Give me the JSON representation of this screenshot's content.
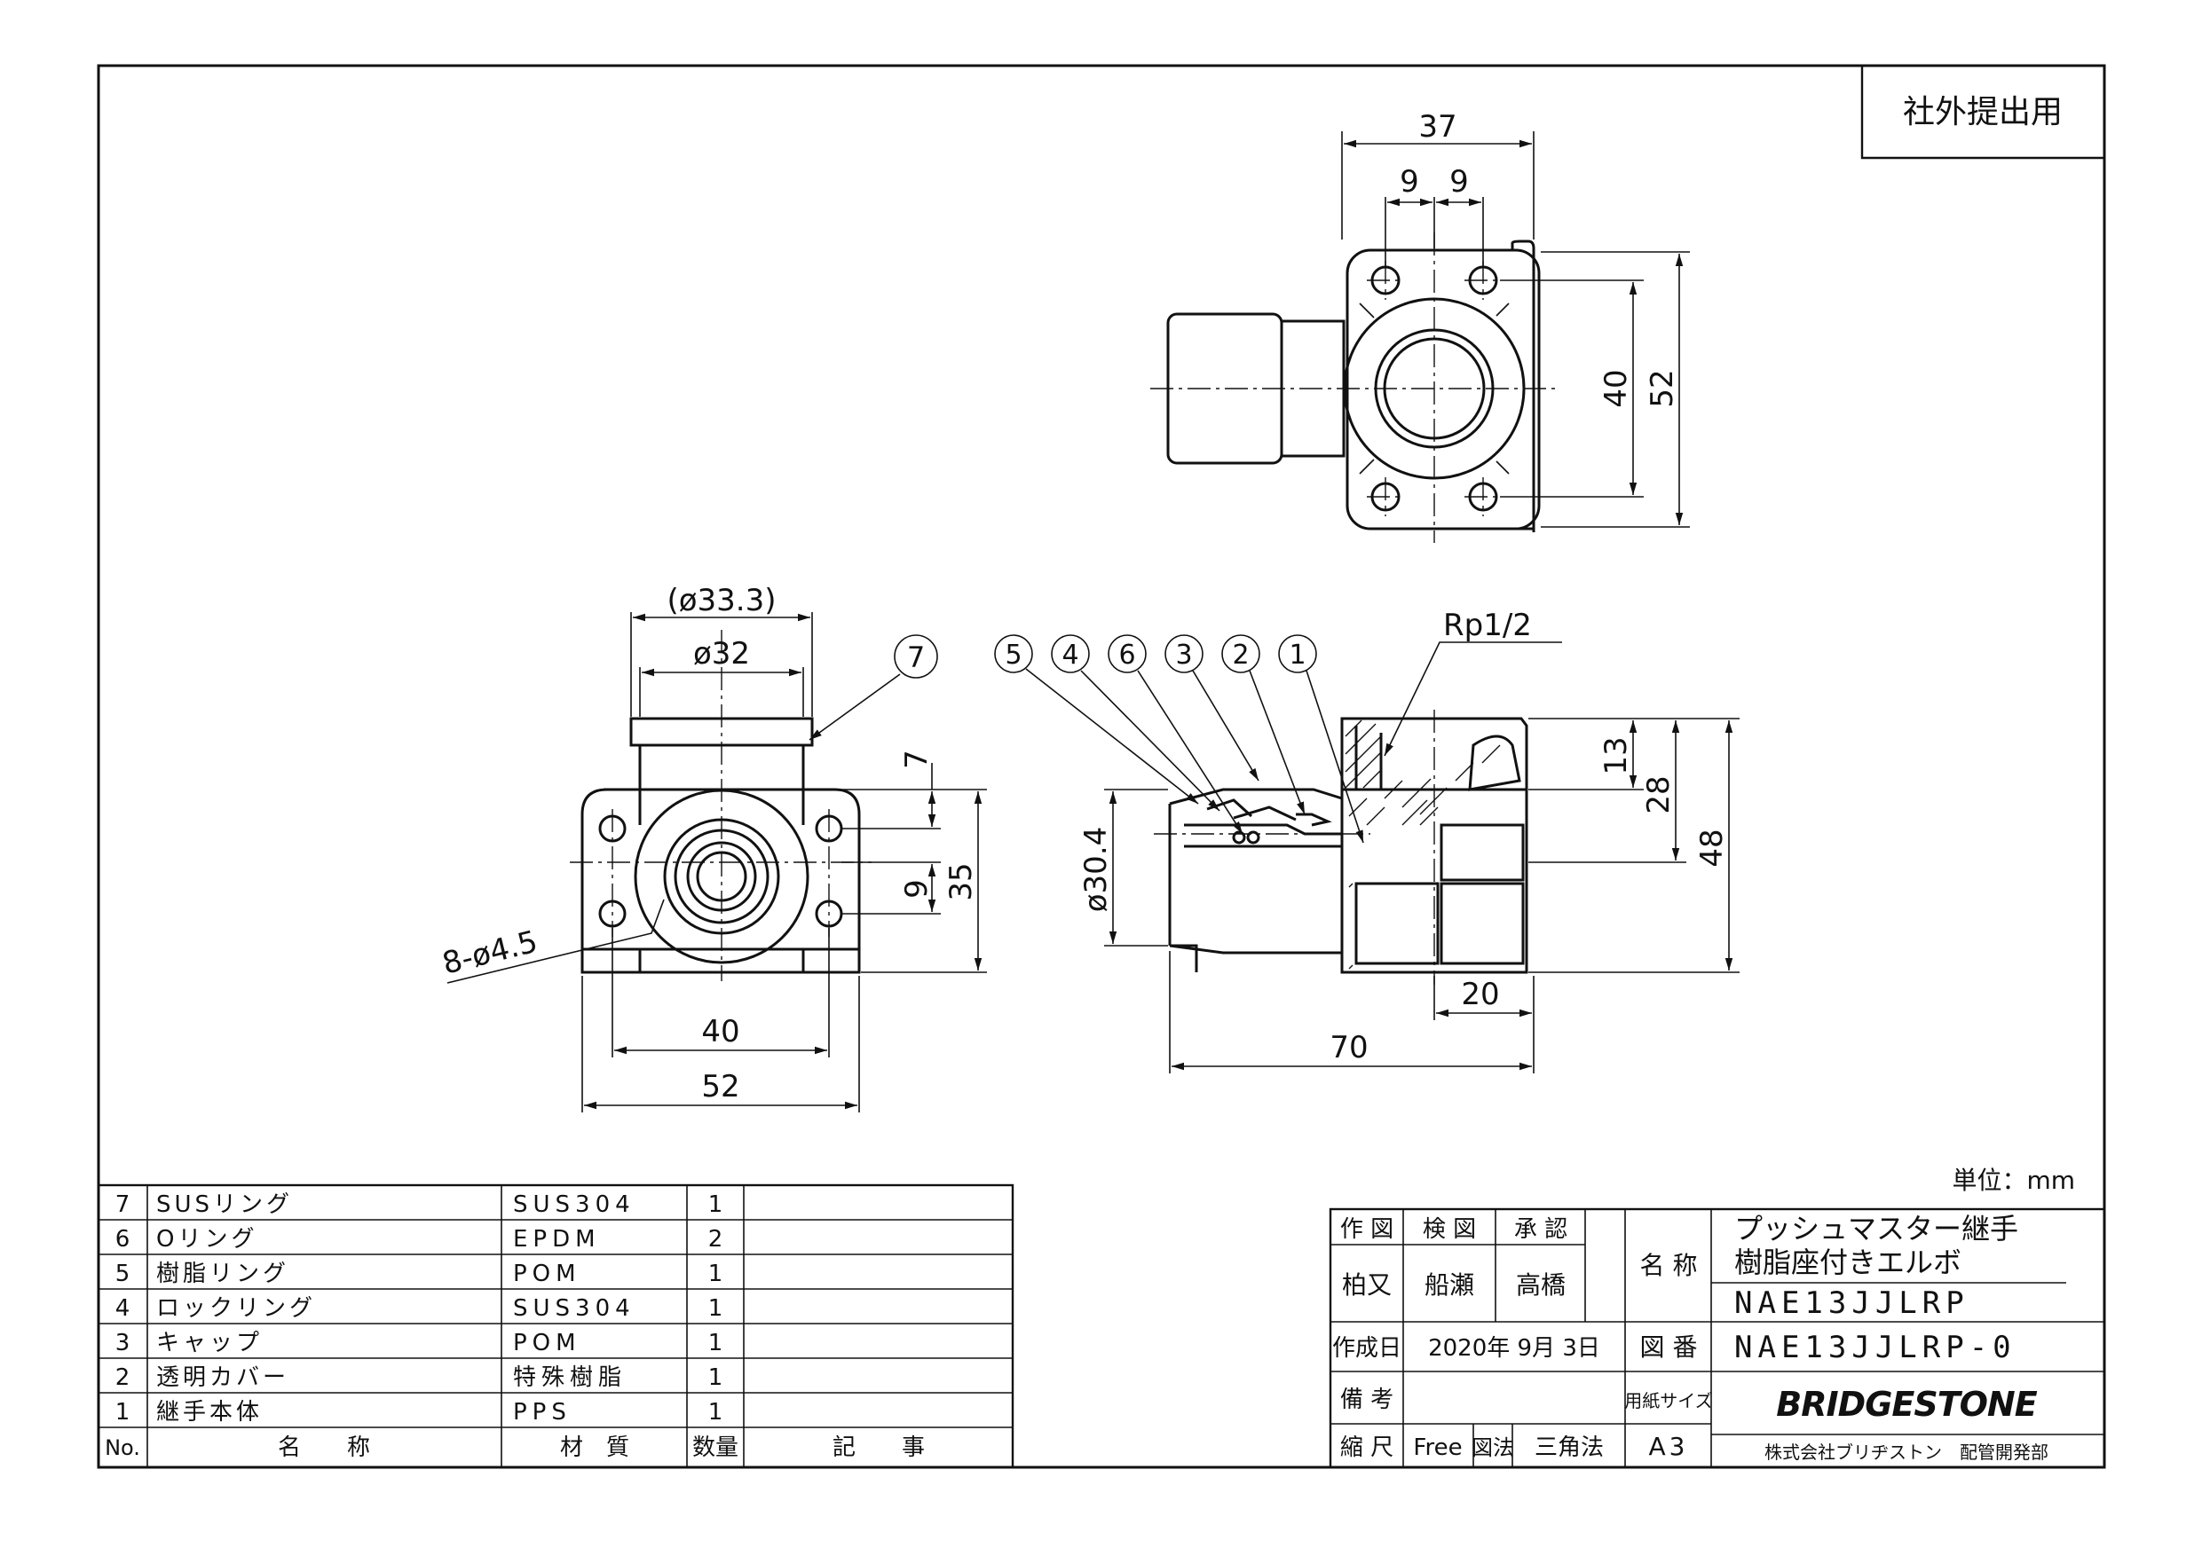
{
  "stamp": "社外提出用",
  "unit_label": "単位：mm",
  "views": {
    "top": {
      "d_width": "37",
      "d_holes_a": "9",
      "d_holes_b": "9",
      "d_height_inner": "40",
      "d_height_outer": "52"
    },
    "front": {
      "d_outer_cover": "(ø33.3)",
      "d_inner": "ø32",
      "d_hole_note": "8-ø4.5",
      "d_top": "7",
      "d_mid": "9",
      "d_height": "35",
      "d_inner_w": "40",
      "d_outer_w": "52"
    },
    "side": {
      "thread": "Rp1/2",
      "d_dia": "ø30.4",
      "d_13": "13",
      "d_28": "28",
      "d_48": "48",
      "d_20": "20",
      "d_70": "70"
    },
    "balloons": [
      "5",
      "4",
      "6",
      "3",
      "2",
      "1"
    ],
    "balloon_7": "7"
  },
  "parts_table": {
    "rows": [
      {
        "no": "7",
        "name": "SUSリング",
        "material": "SUS304",
        "qty": "1",
        "note": ""
      },
      {
        "no": "6",
        "name": "Oリング",
        "material": "EPDM",
        "qty": "2",
        "note": ""
      },
      {
        "no": "5",
        "name": "樹脂リング",
        "material": "POM",
        "qty": "1",
        "note": ""
      },
      {
        "no": "4",
        "name": "ロックリング",
        "material": "SUS304",
        "qty": "1",
        "note": ""
      },
      {
        "no": "3",
        "name": "キャップ",
        "material": "POM",
        "qty": "1",
        "note": ""
      },
      {
        "no": "2",
        "name": "透明カバー",
        "material": "特殊樹脂",
        "qty": "1",
        "note": ""
      },
      {
        "no": "1",
        "name": "継手本体",
        "material": "PPS",
        "qty": "1",
        "note": ""
      }
    ],
    "header": {
      "no": "No.",
      "name": "名　　称",
      "material": "材　質",
      "qty": "数量",
      "note": "記　　事"
    }
  },
  "title_block": {
    "h_drawn": "作 図",
    "h_checked": "検 図",
    "h_approved": "承 認",
    "drawn": "柏又",
    "checked": "船瀬",
    "approved": "高橋",
    "h_name": "名 称",
    "name_line1": "プッシュマスター継手",
    "name_line2": "樹脂座付きエルボ",
    "name_line3": "NAE13JJLRP",
    "h_date": "作成日",
    "date": "2020年 9月 3日",
    "h_drawing_no": "図 番",
    "drawing_no": "NAE13JJLRP-0",
    "h_remarks": "備 考",
    "remarks": "",
    "h_paper": "用紙サイズ",
    "brand": "BRIDGESTONE",
    "h_scale": "縮 尺",
    "scale": "Free",
    "h_method": "図法",
    "method": "三角法",
    "paper": "A3",
    "company": "株式会社ブリヂストン　配管開発部"
  }
}
